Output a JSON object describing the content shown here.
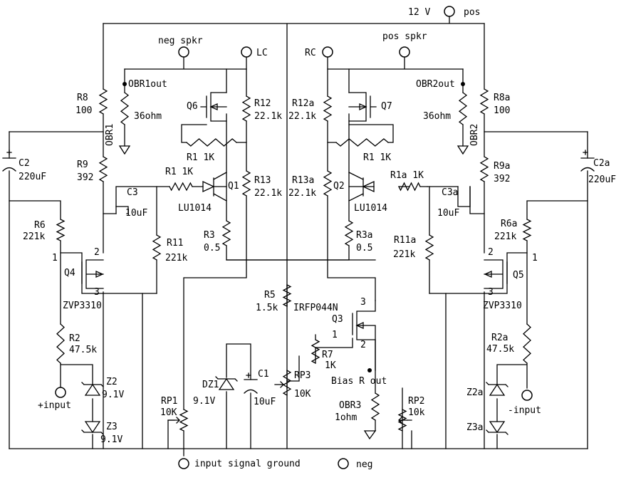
{
  "terminals": {
    "pos_12v": {
      "label": "12 V",
      "suffix": "pos"
    },
    "neg_spkr": "neg spkr",
    "lc": "LC",
    "rc": "RC",
    "pos_spkr": "pos spkr",
    "input_plus": "+input",
    "input_minus": "-input",
    "input_ground": "input signal ground",
    "neg": "neg",
    "bias_r_out": "Bias R out"
  },
  "labels": {
    "R8": "R8",
    "R8_val": "100",
    "OBR1out": "OBR1out",
    "ohm36_l": "36ohm",
    "OBR1": "OBR1",
    "Q6": "Q6",
    "R12": "R12",
    "R12_val": "22.1k",
    "R1": "R1 1K",
    "R9": "R9",
    "R9_val": "392",
    "C2": "C2",
    "C2_val": "220uF",
    "C3": "C3",
    "C3_val": "10uF",
    "R1_1k": "R1 1K",
    "Q1": "Q1",
    "LU1014_l": "LU1014",
    "R13": "R13",
    "R13_val": "22.1k",
    "R6": "R6",
    "R6_val": "221k",
    "R11": "R11",
    "R11_val": "221k",
    "R3": "R3",
    "R3_val": "0.5",
    "Q4": "Q4",
    "ZVP_l": "ZVP3310",
    "pin1_l": "1",
    "pin2_l": "2",
    "pin3_l": "3",
    "R5": "R5",
    "R5_val": "1.5k",
    "IRFP": "IRFP044N",
    "Q3": "Q3",
    "pin3_q3": "3",
    "pin1_q3": "1",
    "pin2_q3": "2",
    "R7": "R7",
    "R7_val": "1K",
    "R2": "R2",
    "R2_val": "47.5k",
    "Z2": "Z2",
    "Z2_val": "9.1V",
    "Z3": "Z3",
    "Z3_val": "9.1V",
    "DZ1": "DZ1",
    "DZ1_val": "9.1V",
    "C1": "C1",
    "C1_val": "10uF",
    "RP1": "RP1",
    "RP1_val": "10K",
    "RP3": "RP3",
    "RP3_val": "10K",
    "OBR3": "OBR3",
    "OBR3_val": "1ohm",
    "RP2": "RP2",
    "RP2_val": "10k",
    "R12a": "R12a",
    "R12a_val": "22.1k",
    "Q7": "Q7",
    "R1_r": "R1 1K",
    "OBR2out": "OBR2out",
    "ohm36_r": "36ohm",
    "OBR2": "OBR2",
    "R8a": "R8a",
    "R8a_val": "100",
    "R9a": "R9a",
    "R9a_val": "392",
    "C2a": "C2a",
    "C2a_val": "220uF",
    "R13a": "R13a",
    "R13a_val": "22.1k",
    "Q2": "Q2",
    "R1a": "R1a 1K",
    "LU1014_r": "LU1014",
    "C3a": "C3a",
    "C3a_val": "10uF",
    "R3a": "R3a",
    "R3a_val": "0.5",
    "R11a": "R11a",
    "R11a_val": "221k",
    "R6a": "R6a",
    "R6a_val": "221k",
    "pin2_r": "2",
    "pin1_r": "1",
    "pin3_r": "3",
    "Q5": "Q5",
    "ZVP_r": "ZVP3310",
    "R2a": "R2a",
    "R2a_val": "47.5k",
    "Z2a": "Z2a",
    "Z3a": "Z3a"
  }
}
